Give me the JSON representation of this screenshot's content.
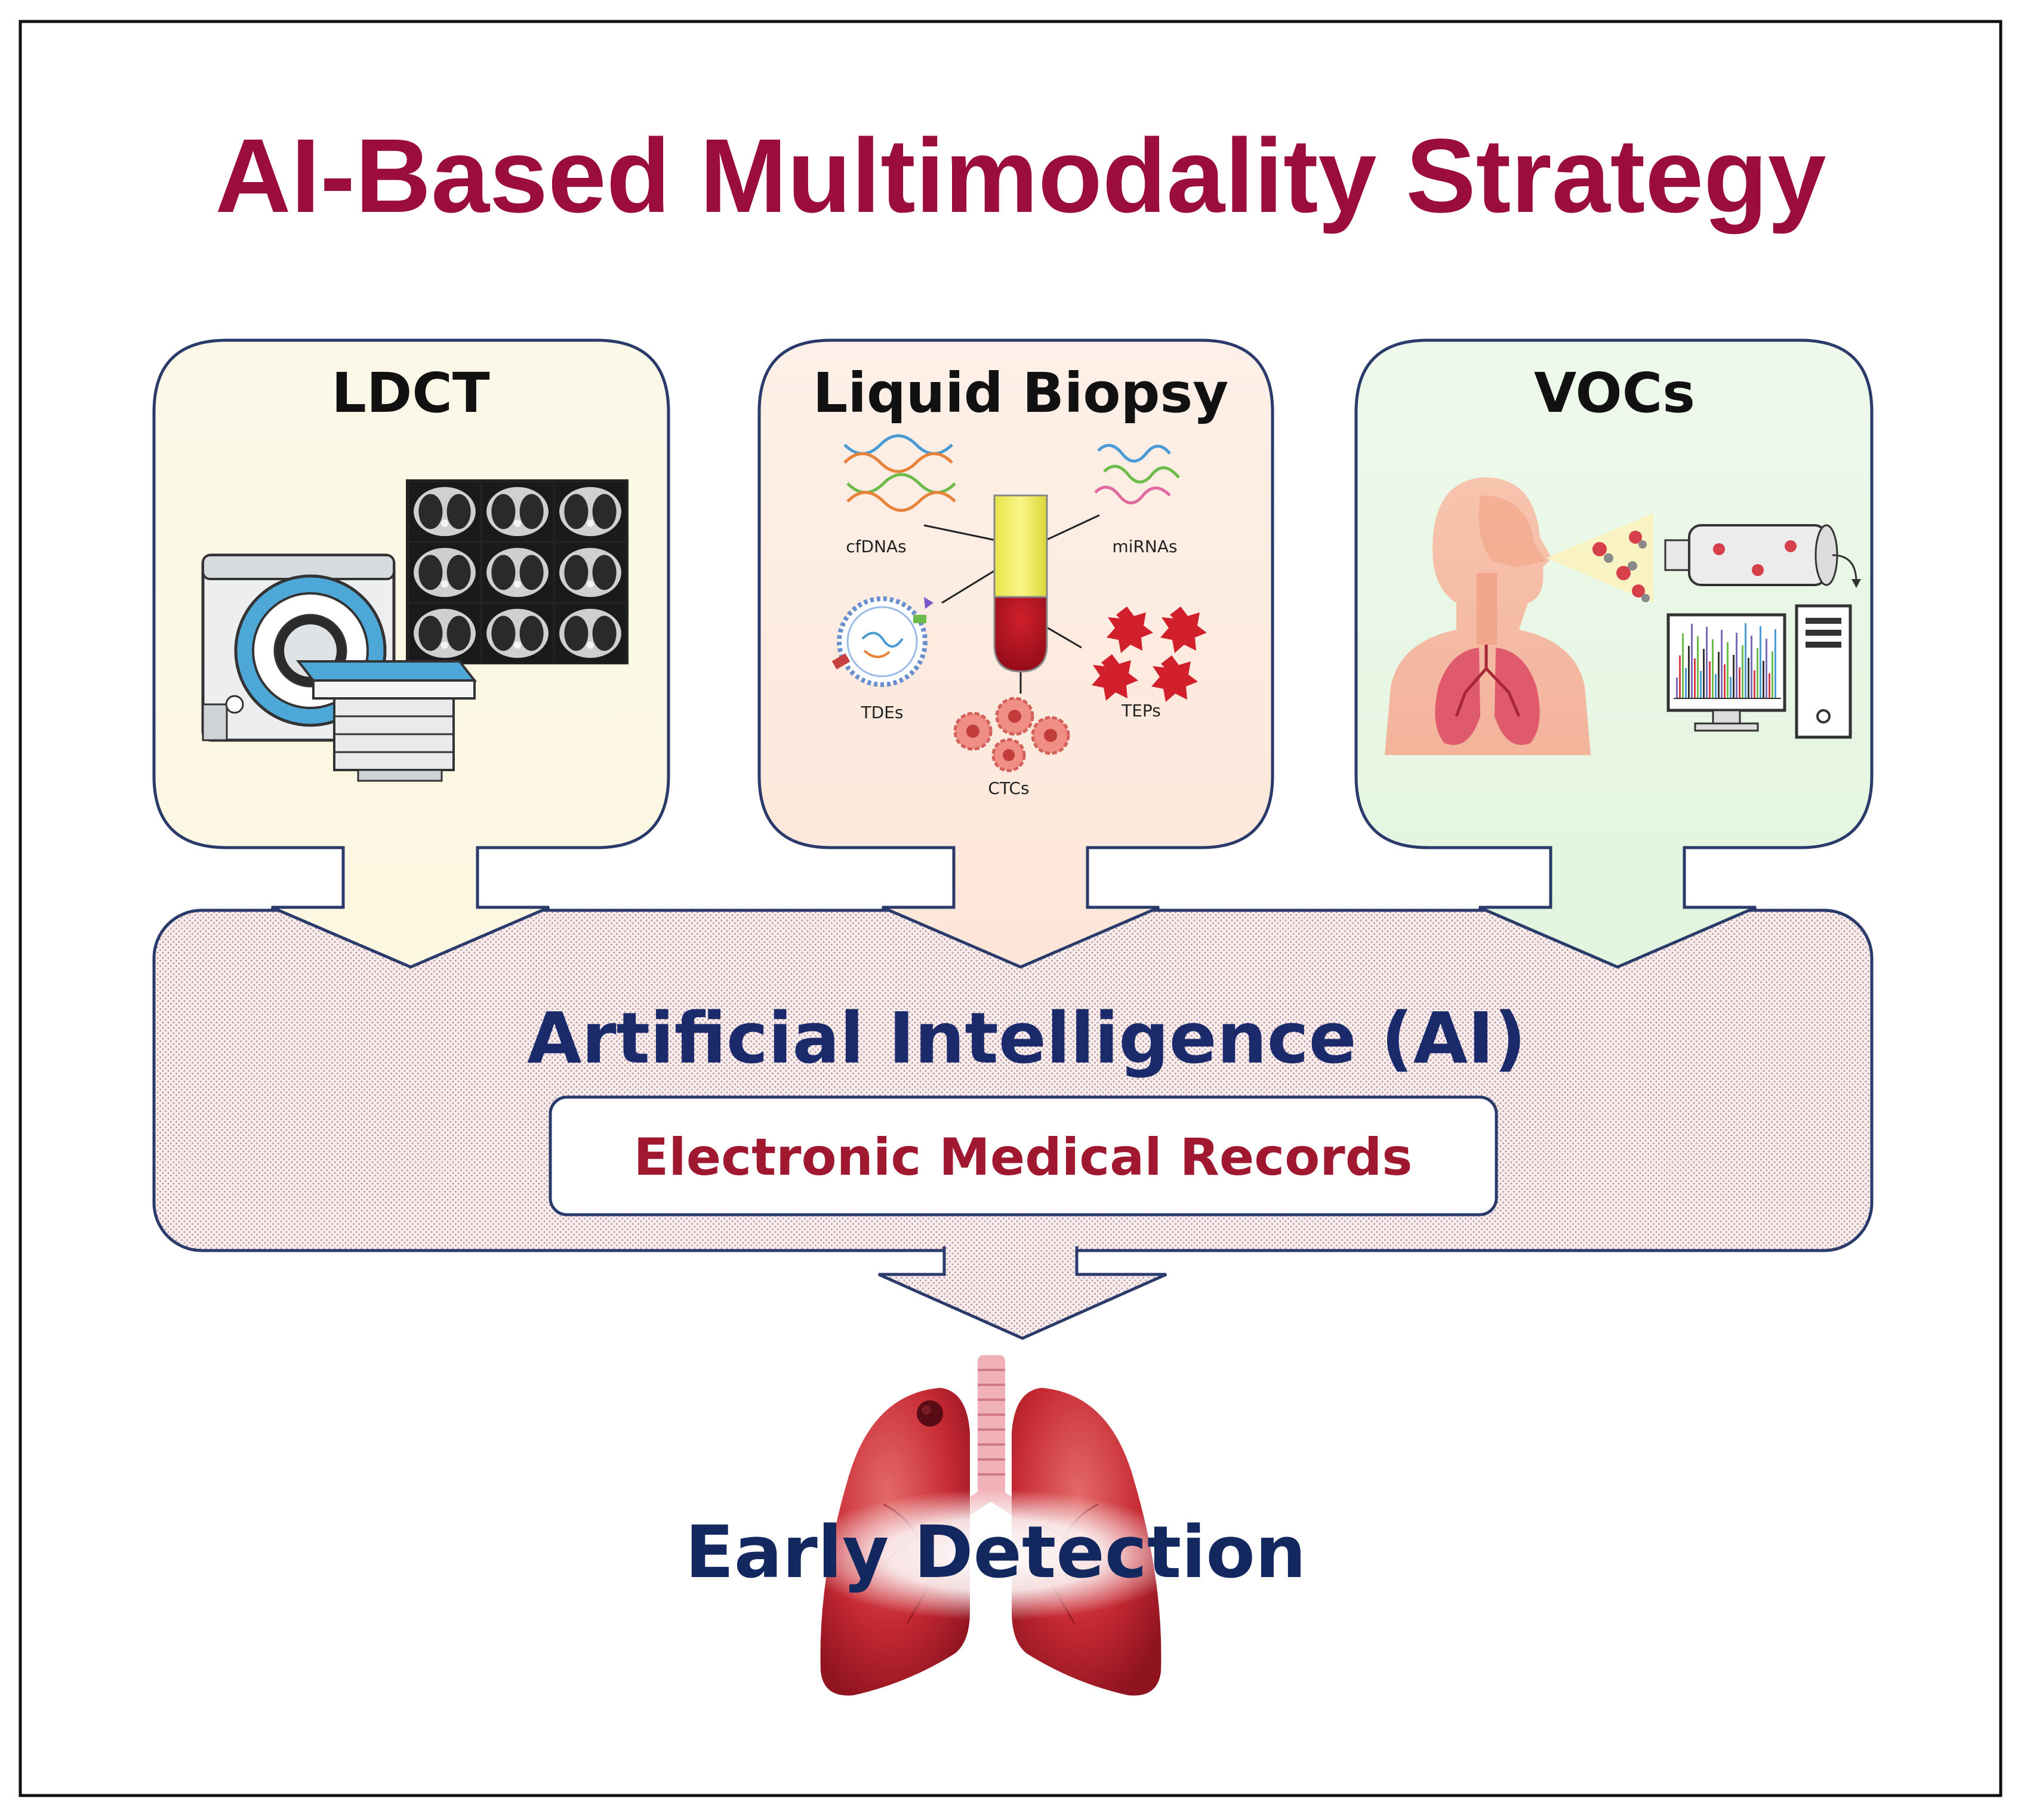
{
  "title": "AI-Based Multimodality Strategy",
  "colors": {
    "title": "#9b0d3a",
    "ai_text": "#1b2a6b",
    "emr_text": "#a01830",
    "outline": "#2a3a6a",
    "ldct_fill": "#fbf7e3",
    "liquid_fill": "#fde9df",
    "vocs_fill": "#e7f7e4",
    "ai_fill": "#f7ecec",
    "ai_dot": "#c9a6ad"
  },
  "modalities": [
    {
      "label": "LDCT"
    },
    {
      "label": "Liquid Biopsy",
      "items": [
        "cfDNAs",
        "miRNAs",
        "TDEs",
        "TEPs",
        "CTCs"
      ]
    },
    {
      "label": "VOCs"
    }
  ],
  "ai": {
    "label": "Artificial Intelligence (AI)",
    "emr_label": "Electronic Medical Records"
  },
  "outcome": {
    "label": "Early Detection"
  },
  "icons": [
    "ct-scanner-icon",
    "ct-scan-images-icon",
    "blood-tube-icon",
    "dna-icon",
    "rna-icon",
    "exosome-icon",
    "platelet-icon",
    "tumor-cell-icon",
    "human-respiratory-icon",
    "breath-analyzer-icon",
    "computer-icon",
    "lungs-icon"
  ]
}
